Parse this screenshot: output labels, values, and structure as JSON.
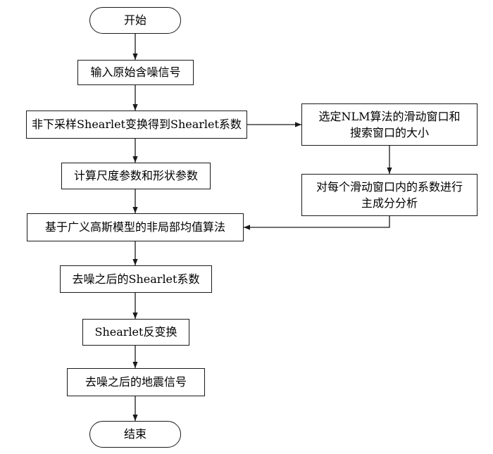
{
  "flowchart": {
    "nodes": [
      {
        "id": "start",
        "shape": "terminator",
        "lines": [
          "开始"
        ]
      },
      {
        "id": "input",
        "shape": "process",
        "lines": [
          "输入原始含噪信号"
        ]
      },
      {
        "id": "nsst",
        "shape": "process",
        "lines": [
          "非下采样Shearlet变换得到Shearlet系数"
        ]
      },
      {
        "id": "params",
        "shape": "process",
        "lines": [
          "计算尺度参数和形状参数"
        ]
      },
      {
        "id": "nlm",
        "shape": "process",
        "lines": [
          "基于广义高斯模型的非局部均值算法"
        ]
      },
      {
        "id": "denoised-coeffs",
        "shape": "process",
        "lines": [
          "去噪之后的Shearlet系数"
        ]
      },
      {
        "id": "inverse",
        "shape": "process",
        "lines": [
          "Shearlet反变换"
        ]
      },
      {
        "id": "output",
        "shape": "process",
        "lines": [
          "去噪之后的地震信号"
        ]
      },
      {
        "id": "end",
        "shape": "terminator",
        "lines": [
          "结束"
        ]
      },
      {
        "id": "select-window",
        "shape": "process",
        "lines": [
          "选定NLM算法的滑动窗口和",
          "搜索窗口的大小"
        ]
      },
      {
        "id": "pca",
        "shape": "process",
        "lines": [
          "对每个滑动窗口内的系数进行",
          "主成分分析"
        ]
      }
    ],
    "edges": [
      {
        "from": "start",
        "to": "input"
      },
      {
        "from": "input",
        "to": "nsst"
      },
      {
        "from": "nsst",
        "to": "params"
      },
      {
        "from": "params",
        "to": "nlm"
      },
      {
        "from": "nlm",
        "to": "denoised-coeffs"
      },
      {
        "from": "denoised-coeffs",
        "to": "inverse"
      },
      {
        "from": "inverse",
        "to": "output"
      },
      {
        "from": "output",
        "to": "end"
      },
      {
        "from": "nsst",
        "to": "select-window"
      },
      {
        "from": "select-window",
        "to": "pca"
      },
      {
        "from": "pca",
        "to": "nlm"
      }
    ]
  }
}
